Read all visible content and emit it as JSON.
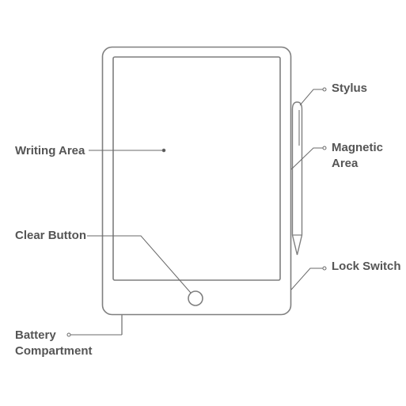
{
  "labels": {
    "writing_area": "Writing Area",
    "clear_button": "Clear Button",
    "battery_line1": "Battery",
    "battery_line2": "Compartment",
    "stylus": "Stylus",
    "magnetic_line1": "Magnetic",
    "magnetic_line2": "Area",
    "lock_switch": "Lock Switch"
  },
  "colors": {
    "outline": "#7f7f7f",
    "text": "#555555",
    "leader": "#6a6a6a",
    "background": "#ffffff"
  }
}
